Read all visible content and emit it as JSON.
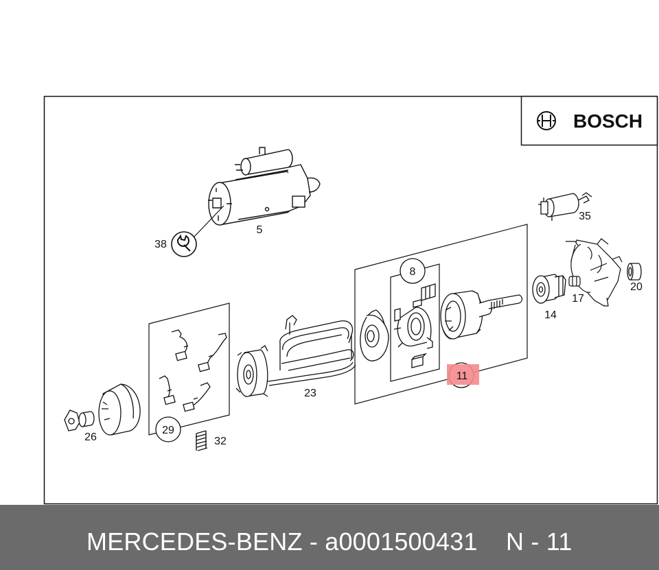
{
  "brand": {
    "logo_text": "BOSCH"
  },
  "callouts": {
    "c5": "5",
    "c8": "8",
    "c11": "11",
    "c14": "14",
    "c17": "17",
    "c20": "20",
    "c23": "23",
    "c26": "26",
    "c29": "29",
    "c32": "32",
    "c35": "35",
    "c38": "38"
  },
  "highlight": {
    "part": "11",
    "color": "#f4898c"
  },
  "footer": {
    "title": "MERCEDES-BENZ - a0001500431",
    "reference": "N - 11",
    "background": "#6b6b6b"
  }
}
